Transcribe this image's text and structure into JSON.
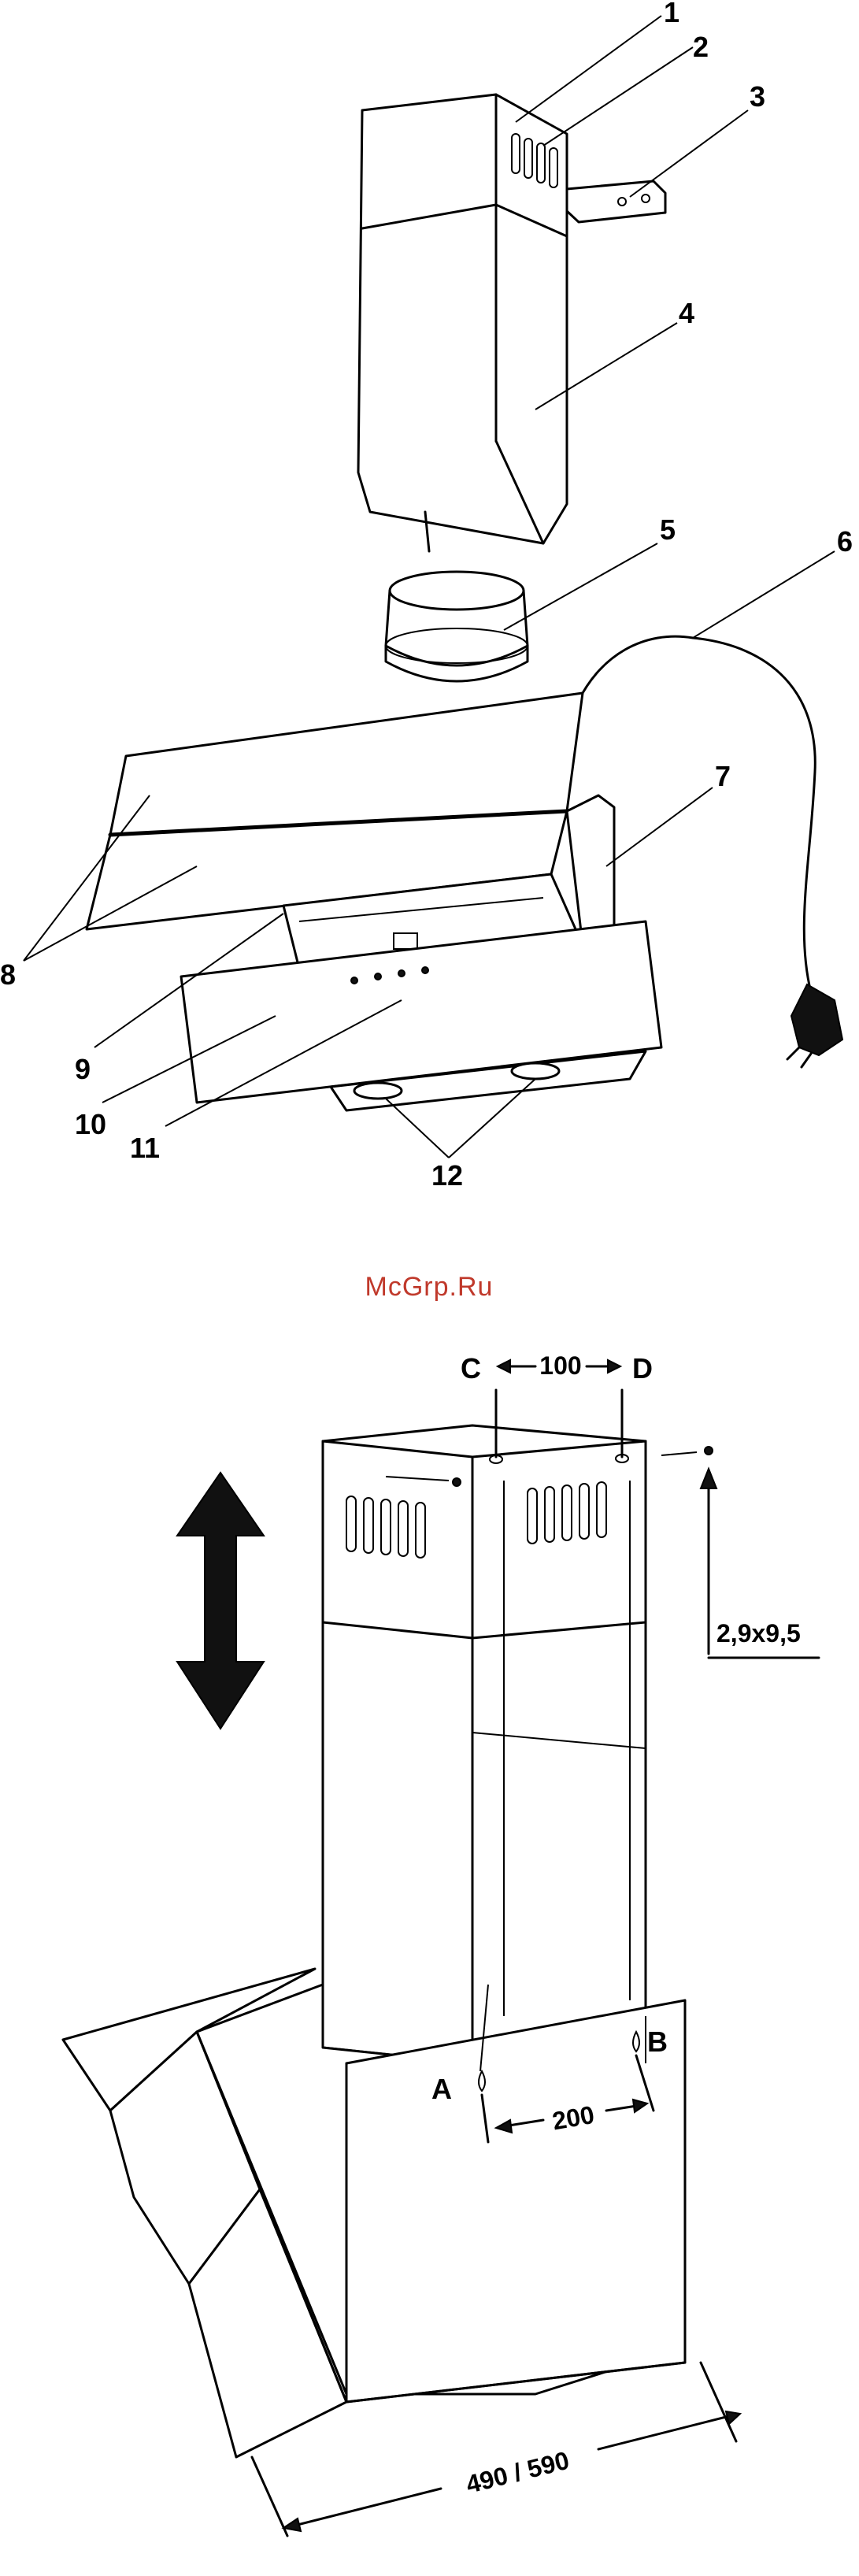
{
  "exploded_view": {
    "labels": [
      "1",
      "2",
      "3",
      "4",
      "5",
      "6",
      "7",
      "8",
      "9",
      "10",
      "11",
      "12"
    ]
  },
  "watermark": "McGrp.Ru",
  "install_view": {
    "point_c": "C",
    "point_d": "D",
    "point_a": "A",
    "point_b": "B",
    "dim_cd": "100",
    "dim_ab": "200",
    "screw_size": "2,9x9,5",
    "width_options": "490 / 590"
  },
  "colors": {
    "line": "#000000",
    "watermark": "#c0392b",
    "background": "#ffffff"
  }
}
